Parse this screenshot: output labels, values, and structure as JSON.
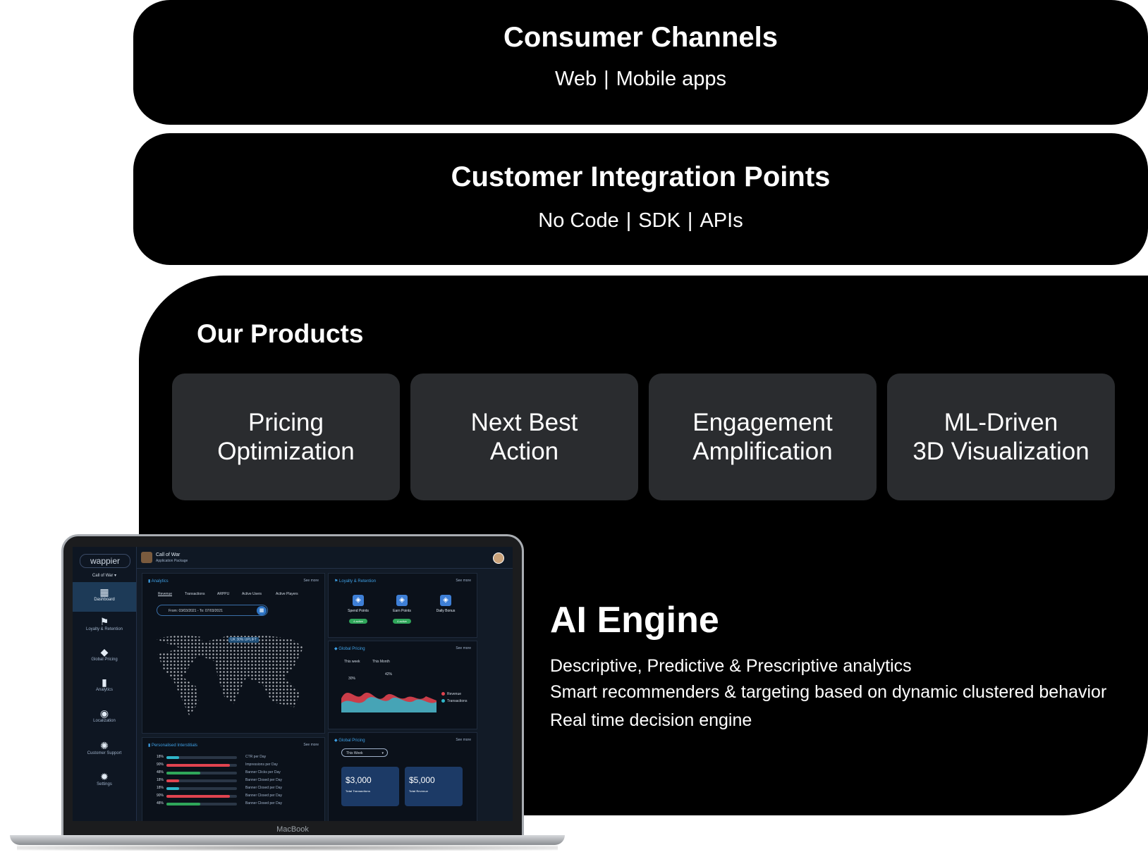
{
  "consumer": {
    "title": "Consumer Channels",
    "items": [
      "Web",
      "Mobile apps"
    ],
    "separator": "|"
  },
  "integration": {
    "title": "Customer Integration Points",
    "items": [
      "No Code",
      "SDK",
      "APIs"
    ],
    "separator": "|"
  },
  "products": {
    "title": "Our Products",
    "cards": [
      {
        "line1": "Pricing",
        "line2": "Optimization"
      },
      {
        "line1": "Next Best",
        "line2": "Action"
      },
      {
        "line1": "Engagement",
        "line2": "Amplification"
      },
      {
        "line1": "ML-Driven",
        "line2": "3D Visualization"
      }
    ]
  },
  "ai_engine": {
    "title": "AI Engine",
    "lines": [
      "Descriptive, Predictive & Prescriptive analytics",
      "Smart recommenders & targeting based on dynamic clustered behavior",
      "Real time decision engine"
    ]
  },
  "laptop": {
    "brand": "MacBook",
    "app": {
      "logo": "wappier",
      "selector": "Call of War",
      "title": "Call of War",
      "subtitle": "Application Package",
      "nav": [
        {
          "label": "Dashboard",
          "icon": "dashboard-icon",
          "glyph": "▦"
        },
        {
          "label": "Loyalty & Retention",
          "icon": "flag-icon",
          "glyph": "⚑"
        },
        {
          "label": "Global Pricing",
          "icon": "tag-icon",
          "glyph": "◆"
        },
        {
          "label": "Analytics",
          "icon": "bar-chart-icon",
          "glyph": "▮"
        },
        {
          "label": "Localization",
          "icon": "location-pin-icon",
          "glyph": "◉"
        },
        {
          "label": "Customer Support",
          "icon": "people-icon",
          "glyph": "✺"
        },
        {
          "label": "Settings",
          "icon": "gear-icon",
          "glyph": "✹"
        }
      ],
      "see_more": "See more",
      "analytics": {
        "title": "Analytics",
        "tabs": [
          "Revenue",
          "Transactions",
          "ARPPU",
          "Active Users",
          "Active Players"
        ],
        "date_range": "From: 03/03/2021 - To: 07/03/2021",
        "map_badge": "UK  30% UPLIFT"
      },
      "loyalty": {
        "title": "Loyalty & Retention",
        "features": [
          {
            "label": "Spend Points",
            "pill": "4 active"
          },
          {
            "label": "Earn Points",
            "pill": "4 active"
          },
          {
            "label": "Daily Bonus",
            "pill": ""
          }
        ]
      },
      "pricing_chart": {
        "title": "Global Pricing",
        "tabs": [
          "This week",
          "This Month"
        ],
        "labels": [
          "30%",
          "42%"
        ],
        "legend": [
          "Revenue",
          "Transactions"
        ],
        "colors": {
          "revenue": "#e0434f",
          "transactions": "#2fb6c9"
        }
      },
      "interstitials": {
        "title": "Personalised Interstitials",
        "rows": [
          {
            "pct": "18%",
            "value": 0.18,
            "label": "CTR per Day",
            "color": "#2fb6c9"
          },
          {
            "pct": "90%",
            "value": 0.9,
            "label": "Impressions per Day",
            "color": "#e0434f"
          },
          {
            "pct": "48%",
            "value": 0.48,
            "label": "Banner Clicks per Day",
            "color": "#2fa65a"
          },
          {
            "pct": "18%",
            "value": 0.18,
            "label": "Banner Closed per Day",
            "color": "#e0434f"
          },
          {
            "pct": "18%",
            "value": 0.18,
            "label": "Banner Closed per Day",
            "color": "#2fb6c9"
          },
          {
            "pct": "90%",
            "value": 0.9,
            "label": "Banner Closed per Day",
            "color": "#e0434f"
          },
          {
            "pct": "48%",
            "value": 0.48,
            "label": "Banner Closed per Day",
            "color": "#2fa65a"
          }
        ]
      },
      "pricing_totals": {
        "title": "Global Pricing",
        "select": "This Week",
        "stats": [
          {
            "value": "$3,000",
            "label": "Total Transactions"
          },
          {
            "value": "$5,000",
            "label": "Total Revenue"
          }
        ]
      }
    }
  }
}
